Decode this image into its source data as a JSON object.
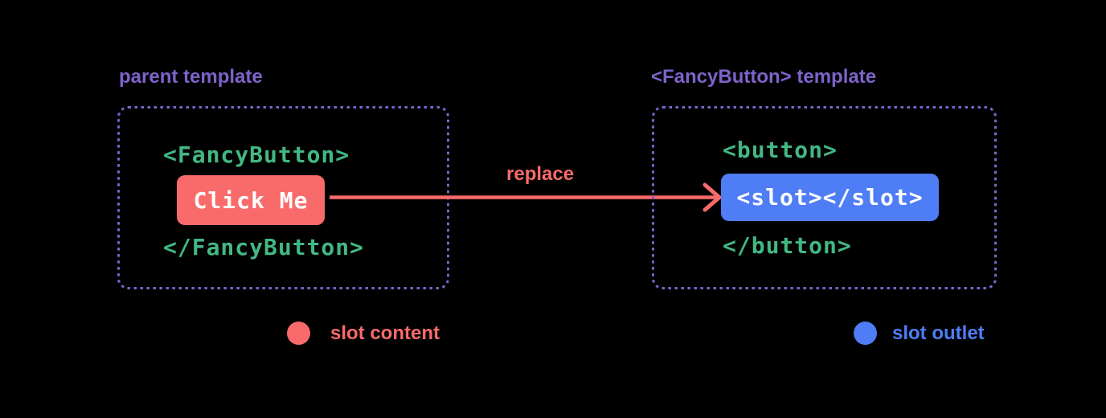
{
  "diagram": {
    "title_context": "Vue slots diagram",
    "colors": {
      "background": "#000000",
      "purple": "#7d63c9",
      "green": "#42b883",
      "red": "#f96b6b",
      "blue": "#4e7df5",
      "white": "#ffffff"
    },
    "left_panel": {
      "title": "parent template",
      "open_tag": "<FancyButton>",
      "button_label": "Click Me",
      "close_tag": "</FancyButton>"
    },
    "arrow": {
      "label": "replace",
      "direction": "left-to-right"
    },
    "right_panel": {
      "title": "<FancyButton> template",
      "open_tag": "<button>",
      "slot_code": "<slot></slot>",
      "close_tag": "</button>"
    },
    "legend": {
      "slot_content_label": "slot content",
      "slot_outlet_label": "slot outlet",
      "slot_content_icon": "red-circle",
      "slot_outlet_icon": "blue-circle"
    }
  }
}
